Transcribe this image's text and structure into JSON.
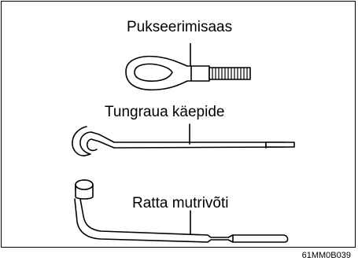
{
  "items": [
    {
      "label": "Pukseerimisaas",
      "icon": "tow-hook-icon"
    },
    {
      "label": "Tungraua käepide",
      "icon": "jack-handle-icon"
    },
    {
      "label": "Ratta mutrivõti",
      "icon": "wheel-nut-wrench-icon"
    }
  ],
  "figure_code": "61MM0B039"
}
